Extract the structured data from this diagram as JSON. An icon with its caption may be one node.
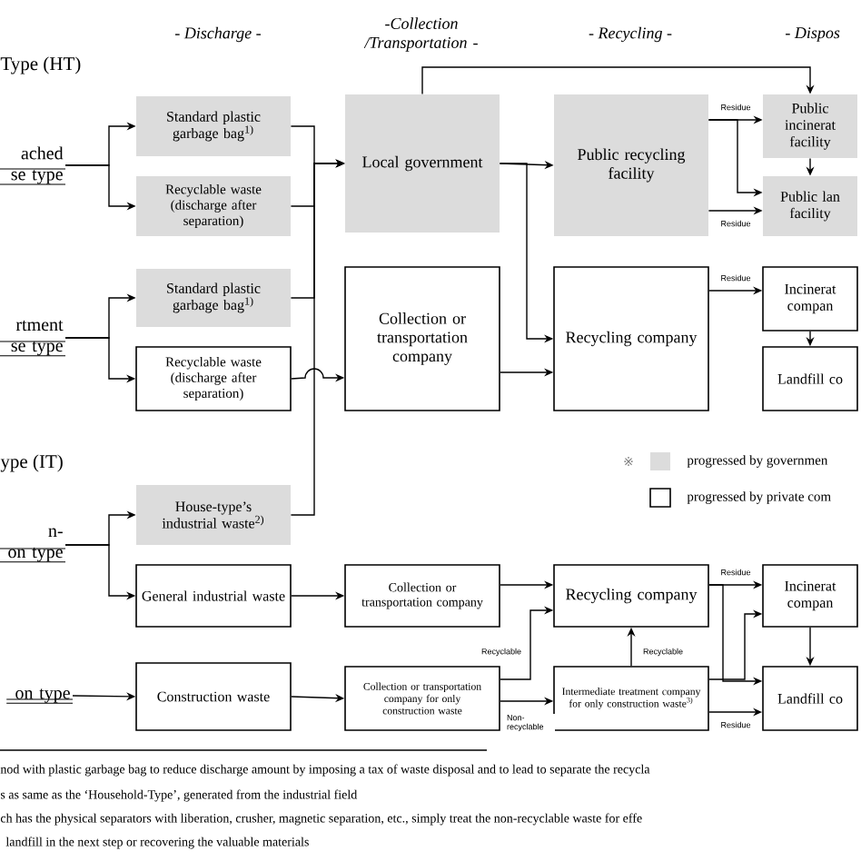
{
  "diagram": {
    "nodes": [
      {
        "text": [
          "ached se type"
        ]
      },
      {
        "text": [
          "rtment se type"
        ]
      },
      {
        "text": [
          "n- on type"
        ]
      },
      {
        "text": [
          "on type"
        ]
      },
      {
        "text": [
          "Standard plastic garbage bag$^{1)}$"
        ]
      },
      {
        "text": [
          "Recyclable waste (discharge after separation)"
        ]
      },
      {
        "text": [
          "Standard plastic garbage bag$^{1)}$"
        ]
      },
      {
        "text": [
          "Recyclable waste (discharge after separation)"
        ]
      },
      {
        "text": [
          "House-type’s industrial waste$^{2)}$"
        ]
      },
      {
        "text": [
          "General industrial waste"
        ]
      },
      {
        "text": [
          "Construction waste"
        ]
      },
      {
        "text": [
          "Local government"
        ]
      },
      {
        "text": [
          "Collection or transportation company"
        ]
      },
      {
        "text": [
          "Collection or transportation company"
        ]
      },
      {
        "text": [
          "Collection or transportation company for only construction waste"
        ]
      },
      {
        "text": [
          "Public recycling facility"
        ]
      },
      {
        "text": [
          "Recycling company"
        ]
      },
      {
        "text": [
          "Recycling company"
        ]
      },
      {
        "text": [
          "Intermediate treatment company for only construction waste$^{3)}$"
        ]
      },
      {
        "text": [
          "Public incinerat facility"
        ]
      },
      {
        "text": [
          "Public lan facility"
        ]
      },
      {
        "text": [
          "Incinerat compan"
        ]
      },
      {
        "text": [
          "Landfill co"
        ]
      },
      {
        "text": [
          "Incinerat compan"
        ]
      },
      {
        "text": [
          "Landfill co"
        ]
      }
    ],
    "edges": [
      {
        "from": 0,
        "to": 4,
        "arrow": "to"
      },
      {
        "from": 0,
        "to": 5,
        "arrow": "to"
      },
      {
        "from": 1,
        "to": 6,
        "arrow": "to"
      },
      {
        "from": 1,
        "to": 7,
        "arrow": "to"
      },
      {
        "from": 4,
        "to": 11,
        "arrow": "to"
      },
      {
        "from": 5,
        "to": 11,
        "arrow": "to"
      },
      {
        "from": 6,
        "to": 11,
        "arrow": "to"
      },
      {
        "from": 7,
        "to": 12,
        "arrow": "to"
      },
      {
        "from": 8,
        "to": 11,
        "arrow": "to"
      },
      {
        "from": 2,
        "to": 8,
        "arrow": "to"
      },
      {
        "from": 2,
        "to": 9,
        "arrow": "to"
      },
      {
        "from": 3,
        "to": 10,
        "arrow": "to"
      },
      {
        "from": 9,
        "to": 13,
        "arrow": "to"
      },
      {
        "from": 10,
        "to": 14,
        "arrow": "to"
      },
      {
        "from": 11,
        "to": 15,
        "arrow": "to"
      },
      {
        "from": 11,
        "to": 16,
        "arrow": "to"
      },
      {
        "from": 11,
        "to": 19,
        "arrow": "to"
      },
      {
        "from": 12,
        "to": 16,
        "arrow": "to"
      },
      {
        "from": 15,
        "to": 19,
        "arrow": "to",
        "label": "Residue"
      },
      {
        "from": 15,
        "to": 20,
        "arrow": "to"
      },
      {
        "from": 15,
        "to": 20,
        "arrow": "to",
        "label": "Residue"
      },
      {
        "from": 19,
        "to": 20,
        "arrow": "to"
      },
      {
        "from": 16,
        "to": 21,
        "arrow": "to",
        "label": "Residue"
      },
      {
        "from": 21,
        "to": 22,
        "arrow": "to"
      },
      {
        "from": 13,
        "to": 17,
        "arrow": "to"
      },
      {
        "from": 14,
        "to": 17,
        "arrow": "to",
        "label": "Recyclable"
      },
      {
        "from": 14,
        "to": 18,
        "arrow": "to",
        "label": "Non-recyclable"
      },
      {
        "from": 18,
        "to": 17,
        "arrow": "to",
        "label": "Recyclable"
      },
      {
        "from": 17,
        "to": 23,
        "arrow": "to",
        "label": "Residue"
      },
      {
        "from": 17,
        "to": 24,
        "arrow": "to"
      },
      {
        "from": 23,
        "to": 24,
        "arrow": "to"
      },
      {
        "from": 18,
        "to": 24,
        "arrow": "to",
        "label": "Residue"
      },
      {
        "from": 18,
        "to": 23,
        "arrow": "to"
      }
    ],
    "labels": [
      "- Discharge -",
      "-Collection /Transportation -",
      "- Recycling -",
      "- Dispos",
      "Type (HT)",
      "ype (IT)",
      "※",
      "nod with plastic garbage bag to reduce discharge amount by imposing a tax of waste disposal and to lead to separate the recycla",
      "s as same as the ‘Household-Type’, generated from the industrial field",
      "ch has the physical separators with liberation, crusher, magnetic separation, etc., simply treat the non-recyclable waste for effe",
      "landfill in the next step or recovering the valuable materials"
    ],
    "legend": [
      {
        "text": "progressed by governmen",
        "color": "#dcdcdc"
      },
      {
        "text": "progressed by private com"
      }
    ]
  }
}
